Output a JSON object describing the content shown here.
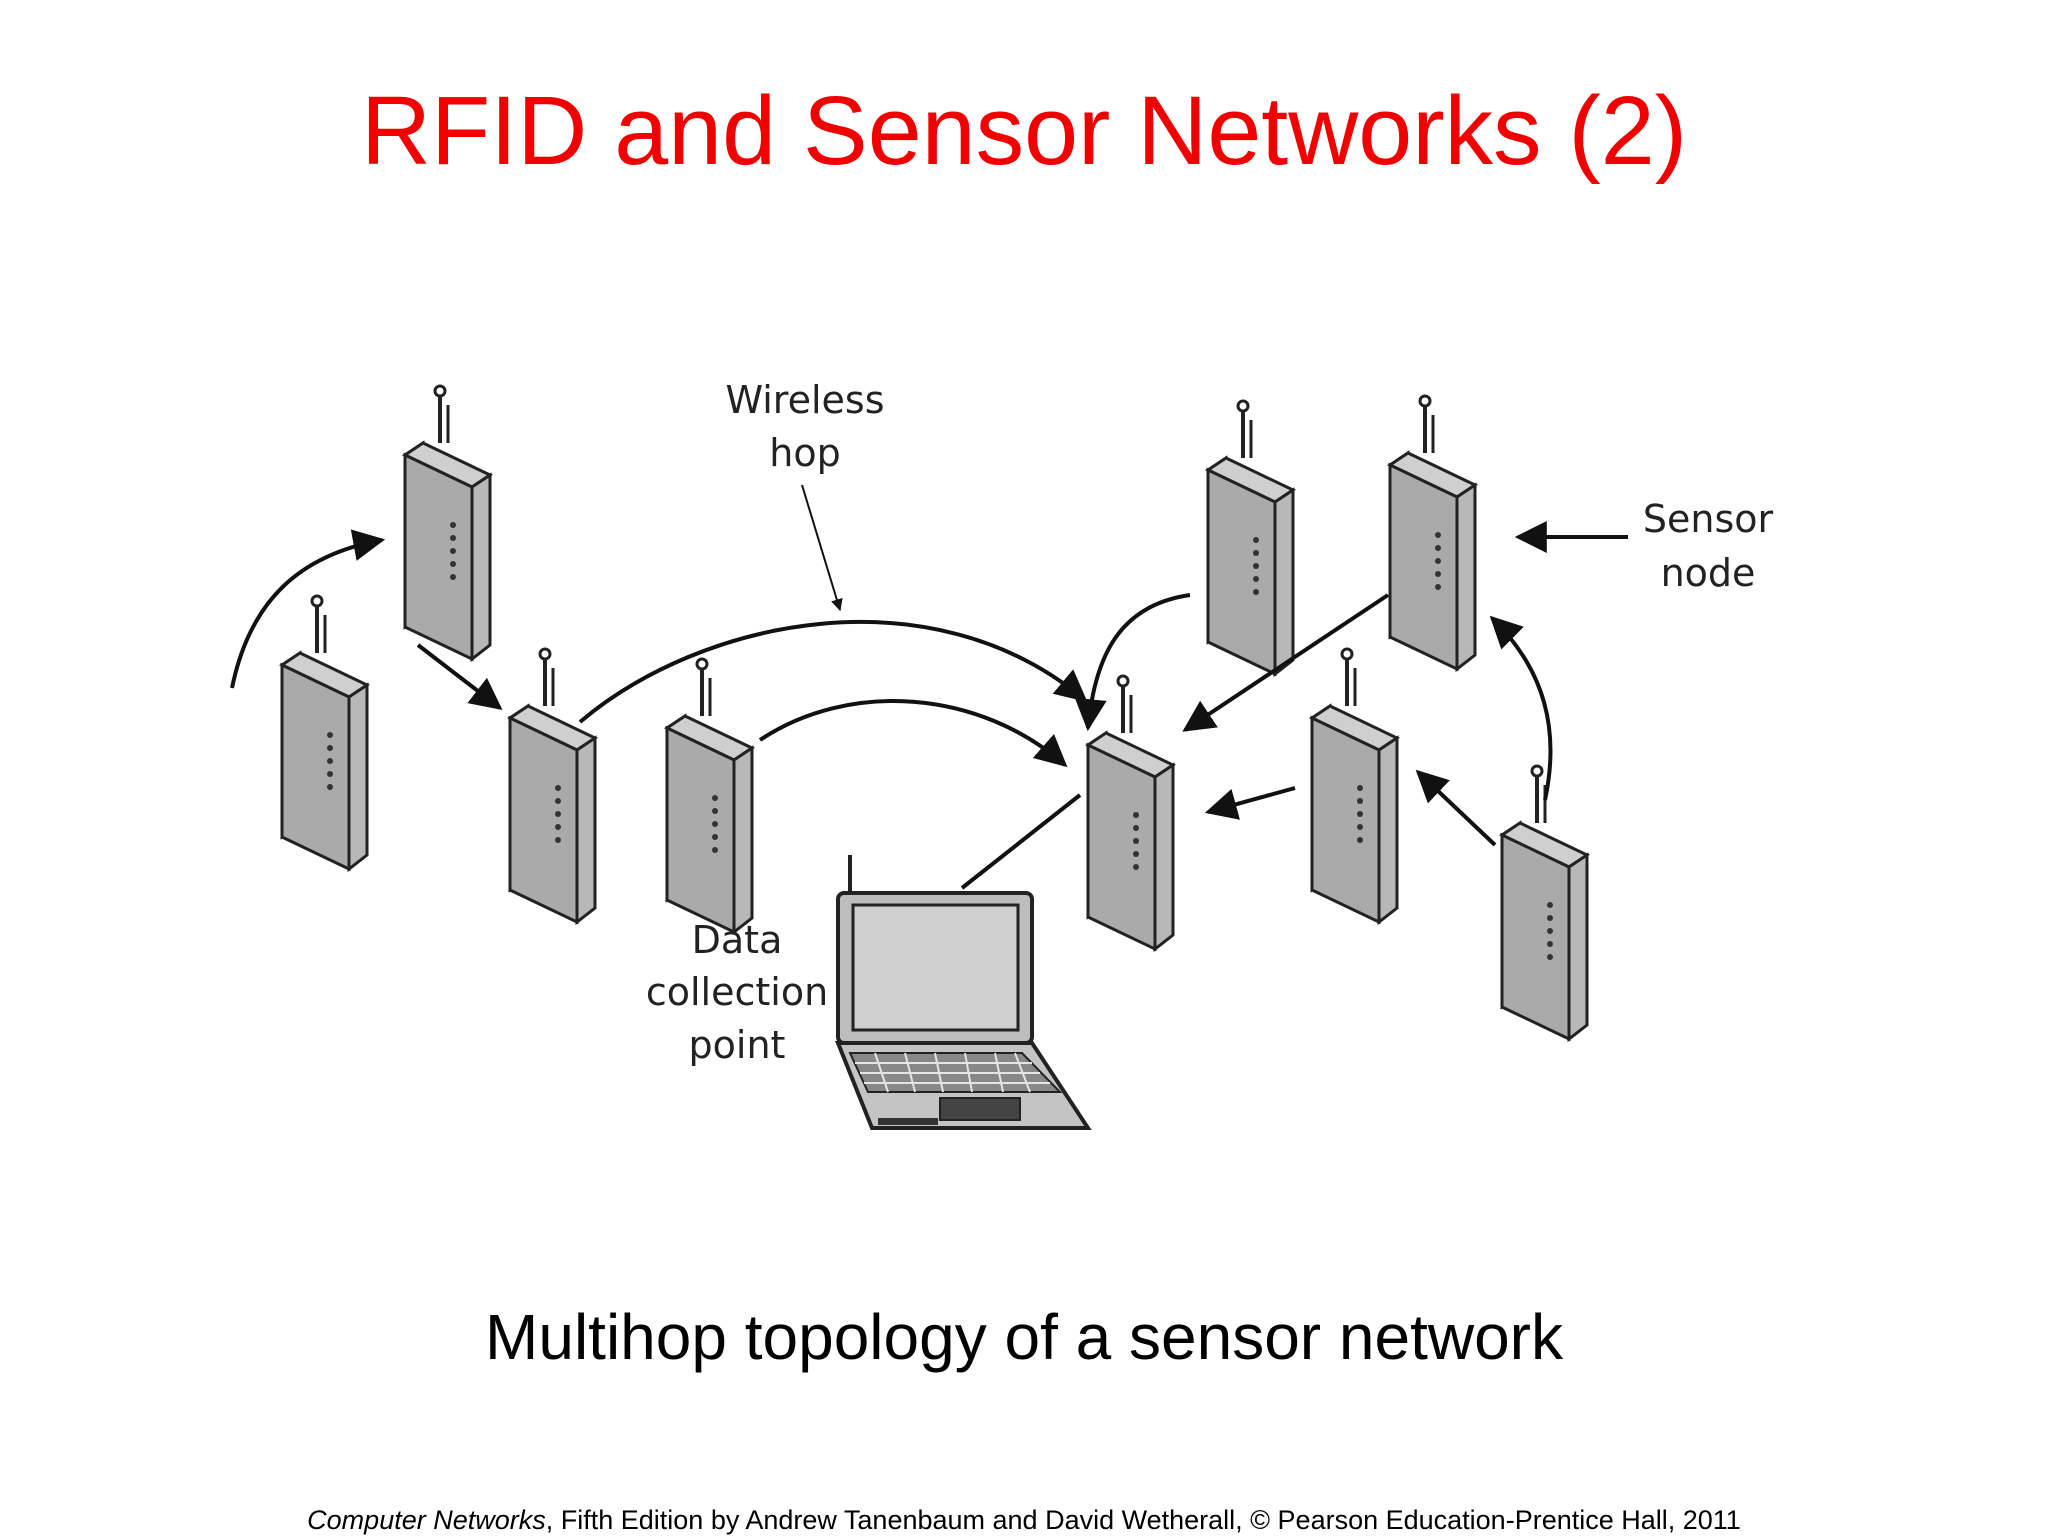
{
  "slide": {
    "title": "RFID and Sensor Networks (2)",
    "caption": "Multihop topology of a sensor network",
    "credit": {
      "book": "Computer Networks",
      "rest": ", Fifth Edition by Andrew Tanenbaum and David Wetherall, © Pearson Education-Prentice Hall, 2011"
    }
  },
  "diagram": {
    "labels": {
      "wireless_hop": [
        "Wireless",
        "hop"
      ],
      "sensor_node": [
        "Sensor",
        "node"
      ],
      "data_collection": [
        "Data",
        "collection",
        "point"
      ]
    },
    "icons": {
      "sensor_node": "sensor-node-icon",
      "laptop": "laptop-icon",
      "arrow": "arrow-icon"
    }
  }
}
